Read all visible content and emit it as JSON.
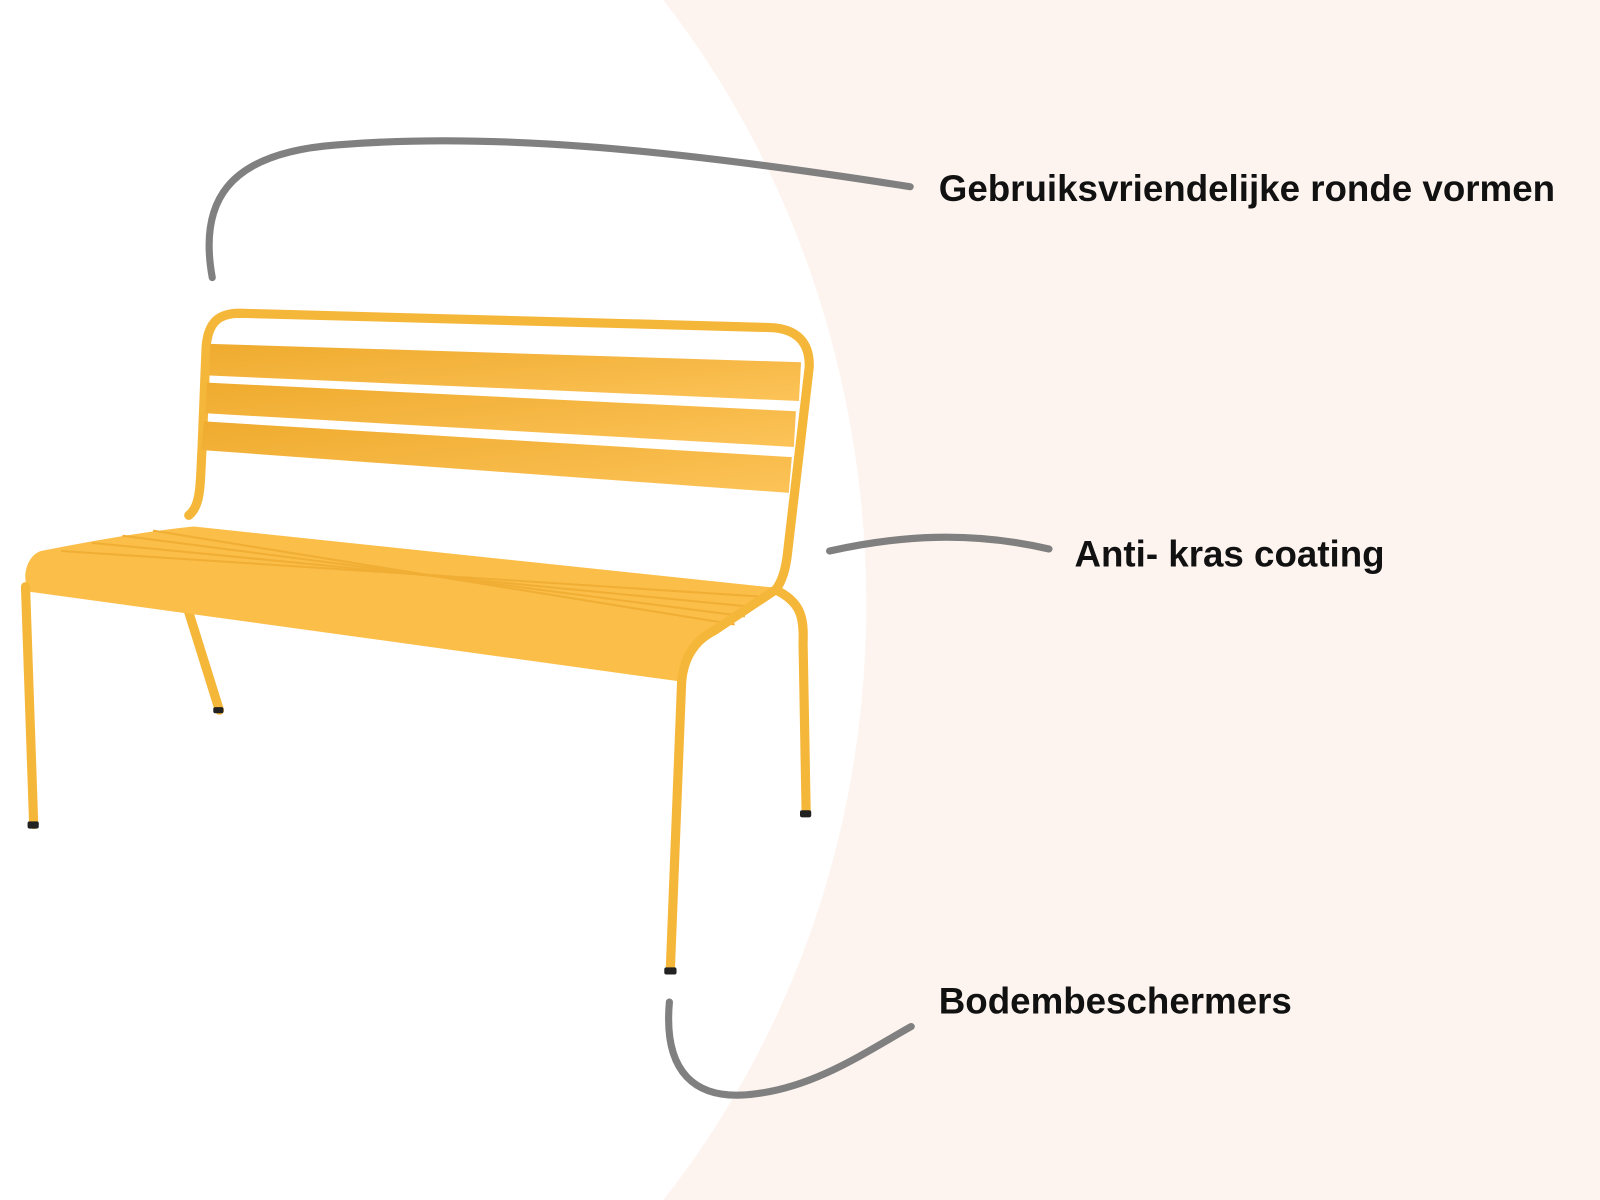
{
  "features": [
    {
      "label": "Gebruiksvriendelijke ronde vormen"
    },
    {
      "label": "Anti- kras coating"
    },
    {
      "label": "Bodembeschermers"
    }
  ],
  "colors": {
    "background_accent": "#fdf4f0",
    "product": "#f5b73a",
    "callout_line": "#808080"
  }
}
